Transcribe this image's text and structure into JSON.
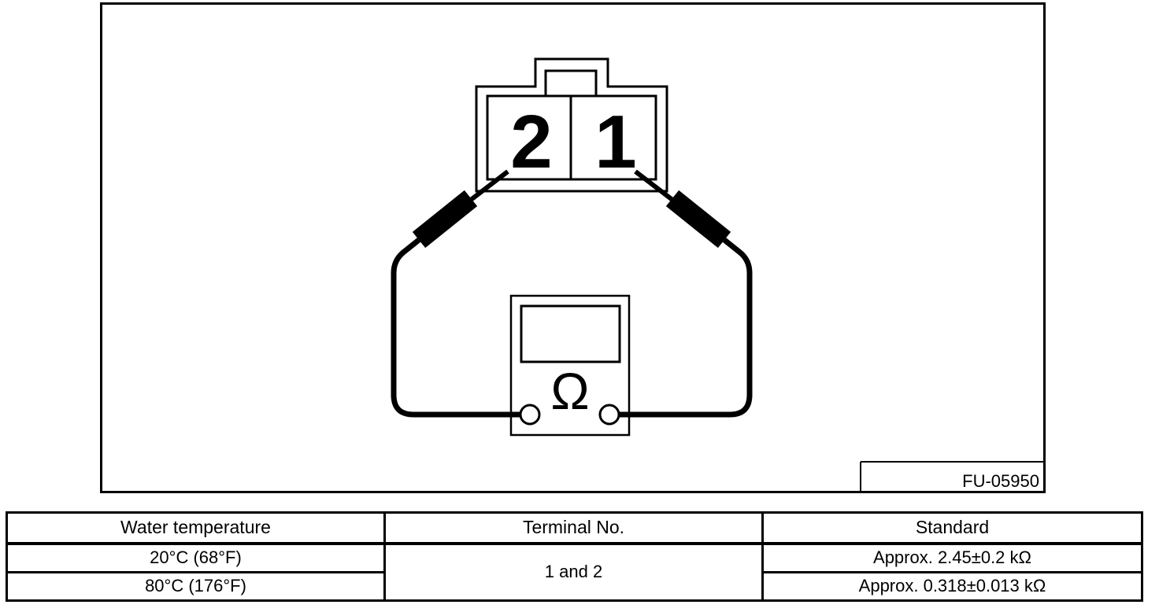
{
  "page": {
    "background_color": "#ffffff",
    "line_color": "#000000"
  },
  "figure": {
    "code": "FU-05950",
    "connector": {
      "left_terminal_label": "2",
      "right_terminal_label": "1"
    },
    "meter": {
      "ohm_symbol": "Ω"
    }
  },
  "table": {
    "headers": [
      "Water temperature",
      "Terminal No.",
      "Standard"
    ],
    "rows": [
      {
        "water_temperature": "20°C (68°F)",
        "terminal_no": "1 and 2",
        "standard": "Approx. 2.45±0.2 kΩ"
      },
      {
        "water_temperature": "80°C (176°F)",
        "standard": "Approx. 0.318±0.013 kΩ"
      }
    ]
  }
}
